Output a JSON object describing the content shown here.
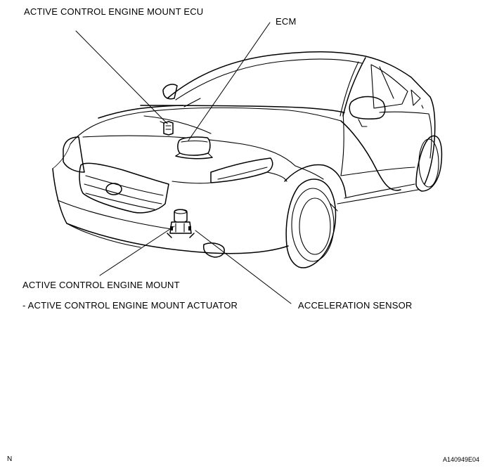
{
  "labels": {
    "ecu": "ACTIVE CONTROL ENGINE MOUNT ECU",
    "ecm": "ECM",
    "mount": "ACTIVE CONTROL ENGINE MOUNT",
    "actuator": "- ACTIVE CONTROL ENGINE MOUNT ACTUATOR",
    "sensor": "ACCELERATION SENSOR"
  },
  "footer": {
    "left_code": "N",
    "figure_id": "A140949E04"
  }
}
